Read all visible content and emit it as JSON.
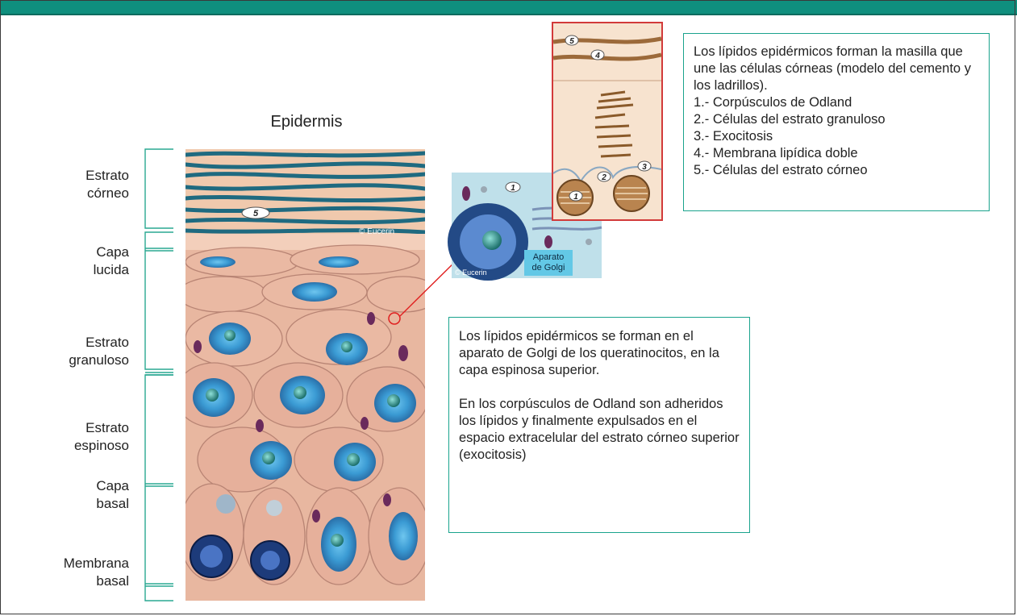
{
  "diagram": {
    "title": "Epidermis",
    "layers": [
      {
        "name": "Estrato córneo",
        "lines": [
          "Estrato",
          "córneo"
        ]
      },
      {
        "name": "Capa lucida",
        "lines": [
          "Capa",
          "lucida"
        ]
      },
      {
        "name": "Estrato granuloso",
        "lines": [
          "Estrato",
          "granuloso"
        ]
      },
      {
        "name": "Estrato espinoso",
        "lines": [
          "Estrato",
          "espinoso"
        ]
      },
      {
        "name": "Capa basal",
        "lines": [
          "Capa",
          "basal"
        ]
      },
      {
        "name": "Membrana basal",
        "lines": [
          "Membrana",
          "basal"
        ]
      }
    ],
    "markers": {
      "five": "5",
      "one": "1",
      "two": "2",
      "three": "3",
      "four": "4"
    },
    "golgi_label": [
      "Aparato",
      "de Golgi"
    ],
    "watermark": "© Eucerin"
  },
  "box_top": {
    "intro": "Los lípidos epidérmicos forman la masilla que une las células córneas (modelo del cemento y los ladrillos).",
    "items": [
      "1.- Corpúsculos de Odland",
      "2.- Células del estrato granuloso",
      "3.- Exocitosis",
      "4.- Membrana lipídica doble",
      "5.- Células del estrato córneo"
    ]
  },
  "box_bottom": {
    "p1": "Los lípidos epidérmicos se forman en el aparato de Golgi de los queratinocitos, en la capa espinosa superior.",
    "p2": "En los corpúsculos de Odland son adheridos los lípidos y finalmente expulsados en el espacio extracelular del estrato córneo superior (exocitosis)"
  },
  "colors": {
    "accent": "#0f8f7e",
    "bracket": "#2aa892",
    "skin": "#e9b8a2",
    "nucleus": "#3a9ad3",
    "stratum_corneum": "#1f6a80"
  }
}
